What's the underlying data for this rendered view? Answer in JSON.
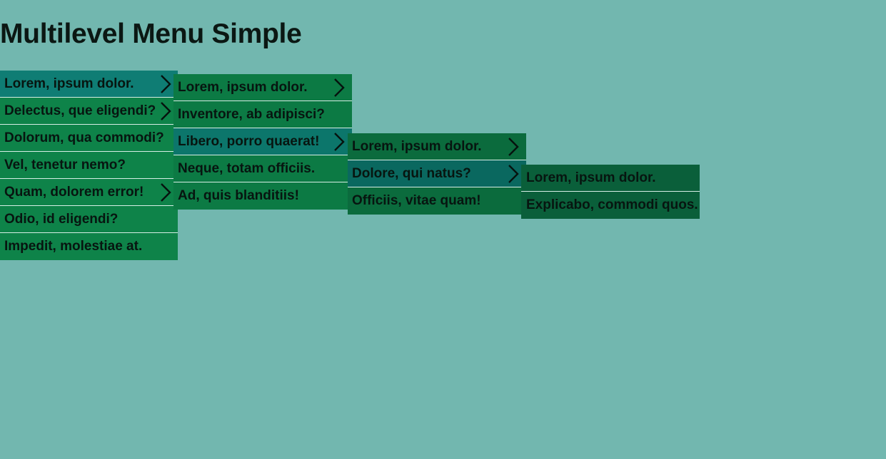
{
  "page": {
    "title": "Multilevel Menu Simple"
  },
  "colors": {
    "background": "#72b7af",
    "level1_item": "#0e8349",
    "level1_active": "#0f7d74",
    "level2_item": "#0c7a44",
    "level2_active": "#0c766b",
    "level3_item": "#0b6b3d",
    "level3_active": "#0a685f",
    "level4_item": "#0a5f3a",
    "text": "#0a1712"
  },
  "menu": {
    "level1": [
      {
        "label": "Lorem, ipsum dolor.",
        "has_submenu": true,
        "active": true
      },
      {
        "label": "Delectus, que eligendi?",
        "has_submenu": true,
        "active": false
      },
      {
        "label": "Dolorum, qua commodi?",
        "has_submenu": false,
        "active": false
      },
      {
        "label": "Vel, tenetur nemo?",
        "has_submenu": false,
        "active": false
      },
      {
        "label": "Quam, dolorem error!",
        "has_submenu": true,
        "active": false
      },
      {
        "label": "Odio, id eligendi?",
        "has_submenu": false,
        "active": false
      },
      {
        "label": "Impedit, molestiae at.",
        "has_submenu": false,
        "active": false
      }
    ],
    "level2": [
      {
        "label": "Lorem, ipsum dolor.",
        "has_submenu": true,
        "active": false
      },
      {
        "label": "Inventore, ab adipisci?",
        "has_submenu": false,
        "active": false
      },
      {
        "label": "Libero, porro quaerat!",
        "has_submenu": true,
        "active": true
      },
      {
        "label": "Neque, totam officiis.",
        "has_submenu": false,
        "active": false
      },
      {
        "label": "Ad, quis blanditiis!",
        "has_submenu": false,
        "active": false
      }
    ],
    "level3": [
      {
        "label": "Lorem, ipsum dolor.",
        "has_submenu": true,
        "active": false
      },
      {
        "label": "Dolore, qui natus?",
        "has_submenu": true,
        "active": true
      },
      {
        "label": "Officiis, vitae quam!",
        "has_submenu": false,
        "active": false
      }
    ],
    "level4": [
      {
        "label": "Lorem, ipsum dolor.",
        "has_submenu": false,
        "active": false
      },
      {
        "label": "Explicabo, commodi quos.",
        "has_submenu": false,
        "active": false
      }
    ],
    "submenu_icon": "chevron-right-icon"
  }
}
